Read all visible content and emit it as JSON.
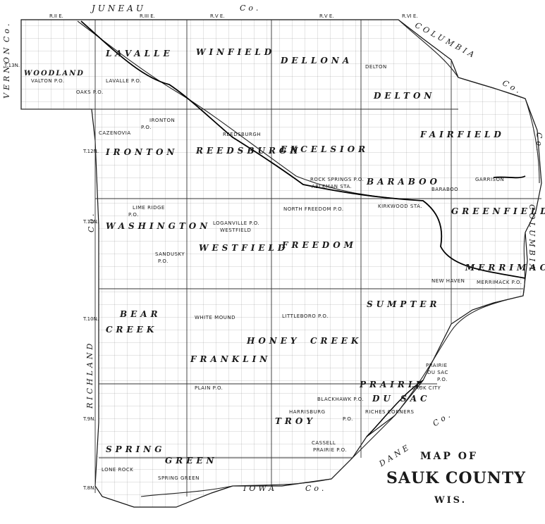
{
  "map": {
    "title": {
      "line1": "MAP OF",
      "line2": "SAUK COUNTY",
      "line3": "WIS."
    },
    "counties": {
      "juneau": "JUNEAU",
      "juneau_co": "Co.",
      "columbia_top": "COLUMBIA",
      "columbia_top_co": "Co.",
      "columbia_right": "COLUMBIA",
      "columbia_right_co": "Co.",
      "vernon": "VERNON",
      "vernon_co": "Co.",
      "richland": "RICHLAND",
      "richland_co": "Co.",
      "iowa": "IOWA",
      "iowa_co": "Co.",
      "dane": "DANE",
      "dane_co": "Co."
    },
    "ranges": [
      "R.II E.",
      "R.III E.",
      "R.V E.",
      "R.V E.",
      "R.VI E."
    ],
    "township_labels": [
      "T.13N.",
      "T.12N.",
      "T.11N.",
      "T.10N.",
      "T.9N.",
      "T.8N."
    ],
    "towns": [
      "LAVALLE",
      "WINFIELD",
      "DELLONA",
      "DELTON",
      "WOODLAND",
      "FAIRFIELD",
      "IRONTON",
      "REEDSBURGH",
      "EXCELSIOR",
      "BARABOO",
      "GREENFIELD",
      "WASHINGTON",
      "WESTFIELD",
      "FREEDOM",
      "MERRIMACK",
      "SUMPTER",
      "BEAR",
      "CREEK",
      "HONEY",
      "CREEK",
      "FRANKLIN",
      "PRAIRIE",
      "DU SAC",
      "TROY",
      "SPRING",
      "GREEN"
    ],
    "post_offices": [
      "VALTON P.O.",
      "LAVALLE P.O.",
      "OAKS P.O.",
      "IRONTON",
      "P.O.",
      "CAZENOVIA",
      "REEDSBURGH",
      "DELTON",
      "ROCK SPRINGS P.O.",
      "ABLEMAN STA.",
      "NORTH FREEDOM P.O.",
      "KIRKWOOD STA.",
      "BARABOO",
      "GARRISON",
      "LIME RIDGE",
      "P.O.",
      "LOGANVILLE P.O.",
      "WESTFIELD",
      "SANDUSKY",
      "P.O.",
      "WHITE MOUND",
      "LITTLEBORO P.O.",
      "NEW HAVEN",
      "MERRIMACK P.O.",
      "PRAIRIE",
      "DU SAC",
      "P.O.",
      "SAUK CITY",
      "PLAIN P.O.",
      "BLACKHAWK P.O.",
      "HARRISBURG",
      "RICHES CORNERS",
      "P.O.",
      "CASSELL",
      "PRAIRIE P.O.",
      "LONE ROCK",
      "SPRING GREEN"
    ]
  }
}
